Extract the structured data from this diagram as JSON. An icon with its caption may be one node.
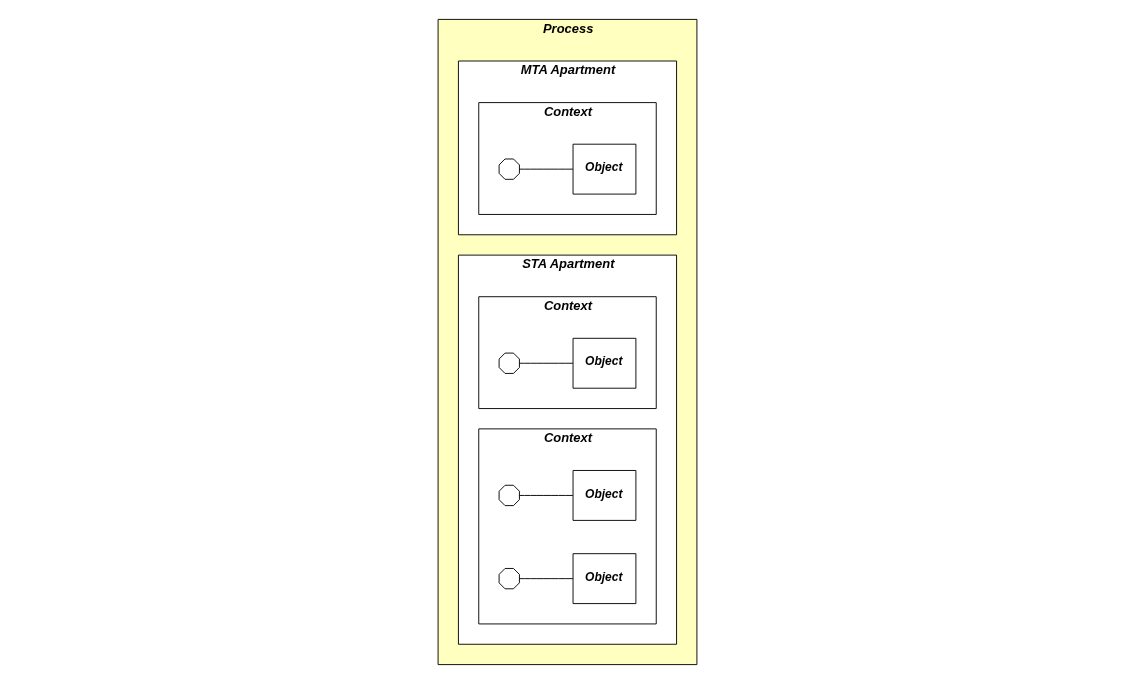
{
  "diagram": {
    "nodes": [
      {
        "text": [
          "Process"
        ]
      },
      {
        "text": [
          "MTA Apartment"
        ],
        "in": 0
      },
      {
        "text": [
          "Context"
        ],
        "in": 1
      },
      {
        "text": [],
        "shape": "circle",
        "in": 2
      },
      {
        "text": [
          "Object"
        ],
        "in": 2
      },
      {
        "text": [
          "STA Apartment"
        ],
        "in": 0
      },
      {
        "text": [
          "Context"
        ],
        "in": 5
      },
      {
        "text": [],
        "shape": "circle",
        "in": 6
      },
      {
        "text": [
          "Object"
        ],
        "in": 6
      },
      {
        "text": [
          "Context"
        ],
        "in": 5
      },
      {
        "text": [],
        "shape": "circle",
        "in": 9
      },
      {
        "text": [
          "Object"
        ],
        "in": 9
      },
      {
        "text": [],
        "shape": "circle",
        "in": 9
      },
      {
        "text": [
          "Object"
        ],
        "in": 9
      }
    ],
    "edges": [
      {
        "from": 3,
        "to": 4,
        "arrow": "none"
      },
      {
        "from": 7,
        "to": 8,
        "arrow": "none"
      },
      {
        "from": 10,
        "to": 11,
        "arrow": "none"
      },
      {
        "from": 12,
        "to": 13,
        "arrow": "none"
      }
    ]
  }
}
